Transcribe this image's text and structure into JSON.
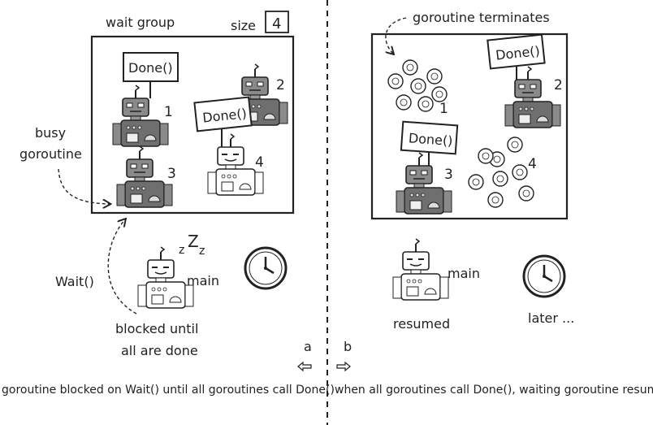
{
  "left": {
    "group_label": "wait group",
    "size_label": "size",
    "size_value": "4",
    "done_label": "Done()",
    "busy_label_1": "busy",
    "busy_label_2": "goroutine",
    "wait_label": "Wait()",
    "main_label": "main",
    "sleep_text": "zZz",
    "blocked_1": "blocked until",
    "blocked_2": "all are done",
    "robot_numbers": [
      "1",
      "2",
      "3",
      "4"
    ],
    "panel_letter": "a",
    "caption": "goroutine blocked on Wait() until all goroutines call Done()"
  },
  "right": {
    "terminates_label": "goroutine terminates",
    "done_label": "Done()",
    "main_label": "main",
    "resumed_label": "resumed",
    "later_label": "later ...",
    "robot_numbers": [
      "1",
      "2",
      "3",
      "4"
    ],
    "panel_letter": "b",
    "caption": "when all goroutines call Done(), waiting goroutine resumes"
  },
  "colors": {
    "ink": "#222222",
    "robot_dark": "#7a7a7a",
    "robot_light": "#ffffff",
    "panel_border": "#222222"
  }
}
